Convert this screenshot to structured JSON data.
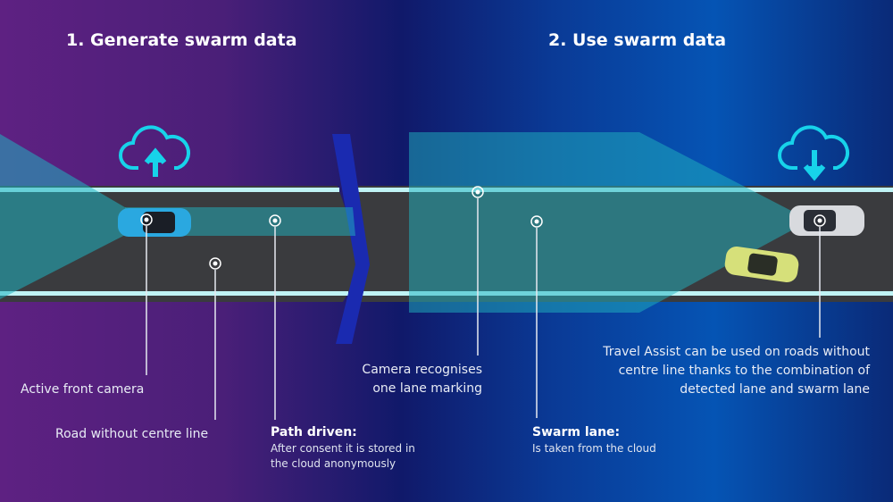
{
  "section1": {
    "title": "1. Generate swarm data"
  },
  "section2": {
    "title": "2. Use swarm data"
  },
  "labels": {
    "active_front_camera": "Active front camera",
    "road_without_centre_line": "Road without centre line",
    "path_driven_title": "Path driven:",
    "path_driven_text_1": "After consent it is stored in",
    "path_driven_text_2": "the cloud anonymously",
    "camera_recognises_1": "Camera recognises",
    "camera_recognises_2": "one lane marking",
    "swarm_lane_title": "Swarm lane:",
    "swarm_lane_text": "Is taken from the cloud",
    "travel_assist_1": "Travel Assist can be used on roads without",
    "travel_assist_2": "centre line thanks to the combination of",
    "travel_assist_3": "detected lane and swarm lane"
  },
  "icons": [
    "cloud-upload-icon",
    "cloud-download-icon"
  ],
  "colors": {
    "accent": "#00c8e6",
    "road": "#3a3b3e",
    "beam": "#1fb3c0"
  }
}
